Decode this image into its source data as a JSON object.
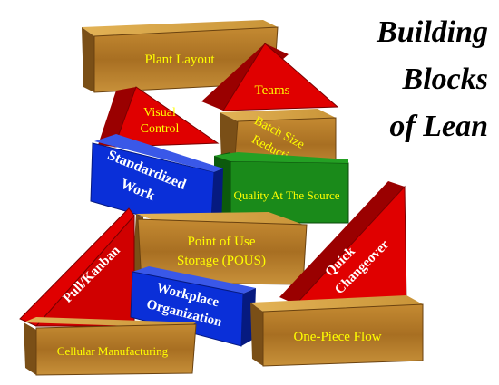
{
  "title": {
    "line1": "Building",
    "line2": "Blocks",
    "line3": "of Lean"
  },
  "blocks": {
    "plant_layout": "Plant Layout",
    "teams": "Teams",
    "visual_control_1": "Visual",
    "visual_control_2": "Control",
    "batch_1": "Batch Size",
    "batch_2": "Reduction",
    "standardized_1": "Standardized",
    "standardized_2": "Work",
    "quality": "Quality At The Source",
    "pous_1": "Point of Use",
    "pous_2": "Storage (POUS)",
    "pull_kanban": "Pull/Kanban",
    "quick_1": "Quick",
    "quick_2": "Changeover",
    "workplace_1": "Workplace",
    "workplace_2": "Organization",
    "one_piece": "One-Piece Flow",
    "cellular": "Cellular Manufacturing"
  },
  "colors": {
    "wood_top": "#d9a441",
    "wood_front": "#b07a2a",
    "wood_side": "#7a4f17",
    "red": "#e00000",
    "red_dark": "#9a0000",
    "blue": "#0a2fd8",
    "blue_dark": "#061a80",
    "green": "#1a8a1a",
    "green_dark": "#0c5a0c",
    "label": "#ffff00"
  }
}
